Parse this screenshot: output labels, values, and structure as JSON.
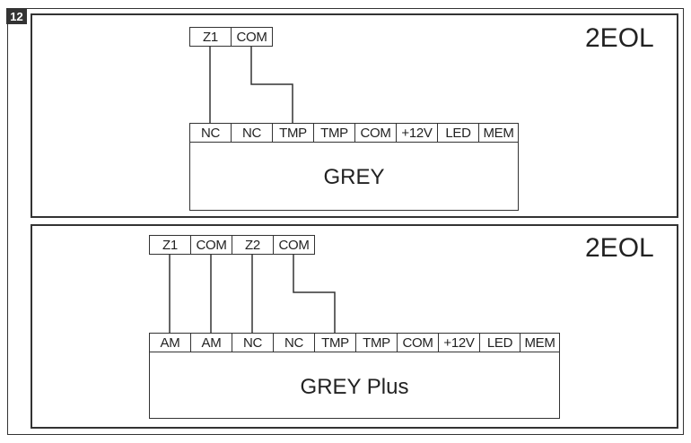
{
  "figure_number": "12",
  "panel_top": {
    "label": "2EOL",
    "detector_terminals": [
      "Z1",
      "COM"
    ],
    "device_terminals": [
      "NC",
      "NC",
      "TMP",
      "TMP",
      "COM",
      "+12V",
      "LED",
      "MEM"
    ],
    "device_name": "GREY"
  },
  "panel_bottom": {
    "label": "2EOL",
    "detector_terminals": [
      "Z1",
      "COM",
      "Z2",
      "COM"
    ],
    "device_terminals": [
      "AM",
      "AM",
      "NC",
      "NC",
      "TMP",
      "TMP",
      "COM",
      "+12V",
      "LED",
      "MEM"
    ],
    "device_name": "GREY Plus"
  }
}
